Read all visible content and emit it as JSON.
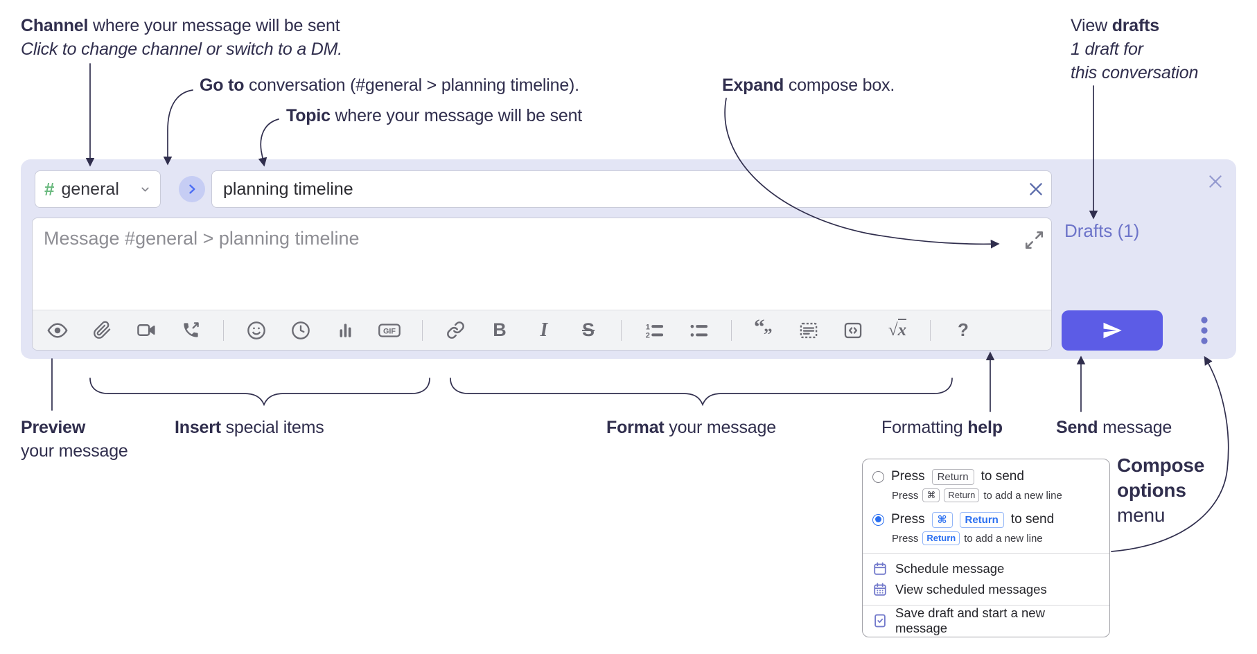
{
  "colors": {
    "accent_send": "#5c5ce6",
    "link_periwinkle": "#6d74c9",
    "radio_blue": "#2a6ff1",
    "channel_hash_green": "#69b97e",
    "compose_background": "#e3e5f5",
    "annotation_ink": "#302e4d"
  },
  "annotations": {
    "channel": {
      "bold": "Channel",
      "rest": " where your message will be sent",
      "sub": "Click to change channel or switch to a DM."
    },
    "go_to": {
      "bold": "Go to",
      "rest": " conversation (#general > planning timeline)."
    },
    "topic": {
      "bold": "Topic",
      "rest": " where your message will be sent"
    },
    "expand": {
      "bold": "Expand",
      "rest": " compose box."
    },
    "drafts": {
      "pre": "View ",
      "bold": "drafts",
      "sub1": "1 draft for",
      "sub2": "this conversation"
    },
    "preview": {
      "bold": "Preview",
      "rest": "your message"
    },
    "insert": {
      "bold": "Insert",
      "rest": " special items"
    },
    "format": {
      "bold": "Format",
      "rest": " your message"
    },
    "help": {
      "pre": "Formatting ",
      "bold": "help"
    },
    "send": {
      "bold": "Send",
      "rest": " message"
    },
    "compose_options": {
      "bold1": "Compose",
      "bold2": "options",
      "rest": "menu"
    }
  },
  "compose": {
    "channel_hash": "#",
    "channel_name": "general",
    "topic_value": "planning timeline",
    "message_placeholder": "Message #general > planning timeline",
    "drafts_link": "Drafts (1)"
  },
  "toolbar": {
    "bold": "B",
    "italic": "I",
    "strikethrough": "S",
    "gif": "GIF",
    "math_root": "√",
    "math_x": "x",
    "help": "?"
  },
  "popup": {
    "option_return": {
      "press": "Press",
      "key_return": "Return",
      "suffix": "to send",
      "sub_press": "Press",
      "sub_key_cmd": "⌘",
      "sub_key_return": "Return",
      "sub_suffix": "to add a new line"
    },
    "option_cmd_return": {
      "press": "Press",
      "key_cmd": "⌘",
      "key_return": "Return",
      "suffix": "to send",
      "sub_press": "Press",
      "sub_key_return": "Return",
      "sub_suffix": "to add a new line"
    },
    "menu": [
      {
        "label": "Schedule message"
      },
      {
        "label": "View scheduled messages"
      },
      {
        "label": "Save draft and start a new message"
      }
    ]
  }
}
